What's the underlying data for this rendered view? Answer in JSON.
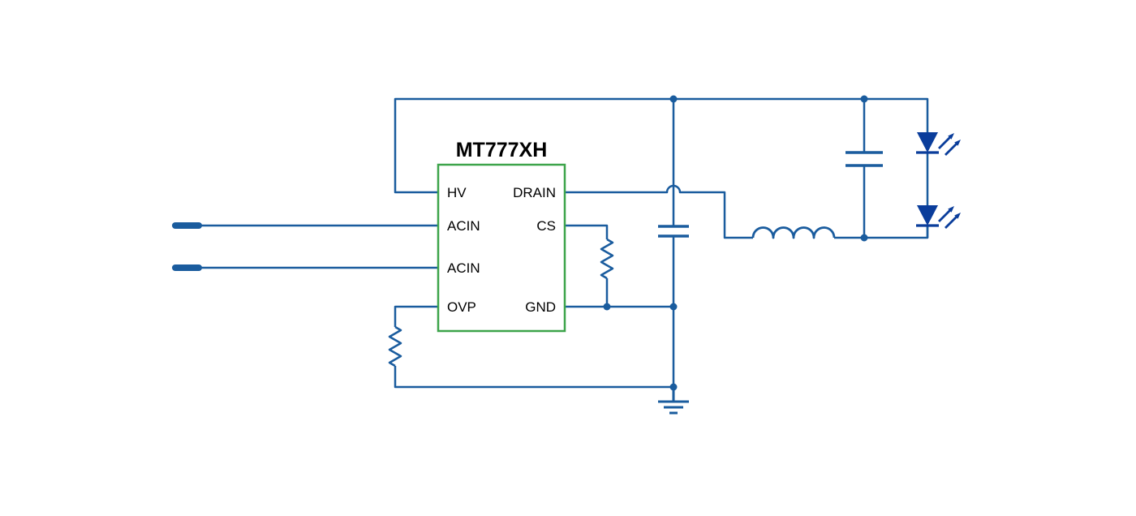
{
  "schematic": {
    "title": "MT777XH",
    "ic": {
      "name": "MT777XH",
      "left_pins": [
        "HV",
        "ACIN",
        "ACIN",
        "OVP"
      ],
      "right_pins": [
        "DRAIN",
        "CS",
        "GND"
      ]
    },
    "icons": {
      "resistor": "zigzag",
      "capacitor": "parallel-plates",
      "inductor": "coil",
      "led": "diode-triangle-with-light-arrows",
      "ground": "three-bar-ground",
      "junction": "filled-dot",
      "wire_hop": "arc-bridge",
      "ac_input_terminal": "thick-stub"
    }
  },
  "colors": {
    "wire": "#1a5c9e",
    "ic_border": "#3da44a",
    "led": "#0a3d9b",
    "text": "#000000",
    "background": "#ffffff"
  }
}
